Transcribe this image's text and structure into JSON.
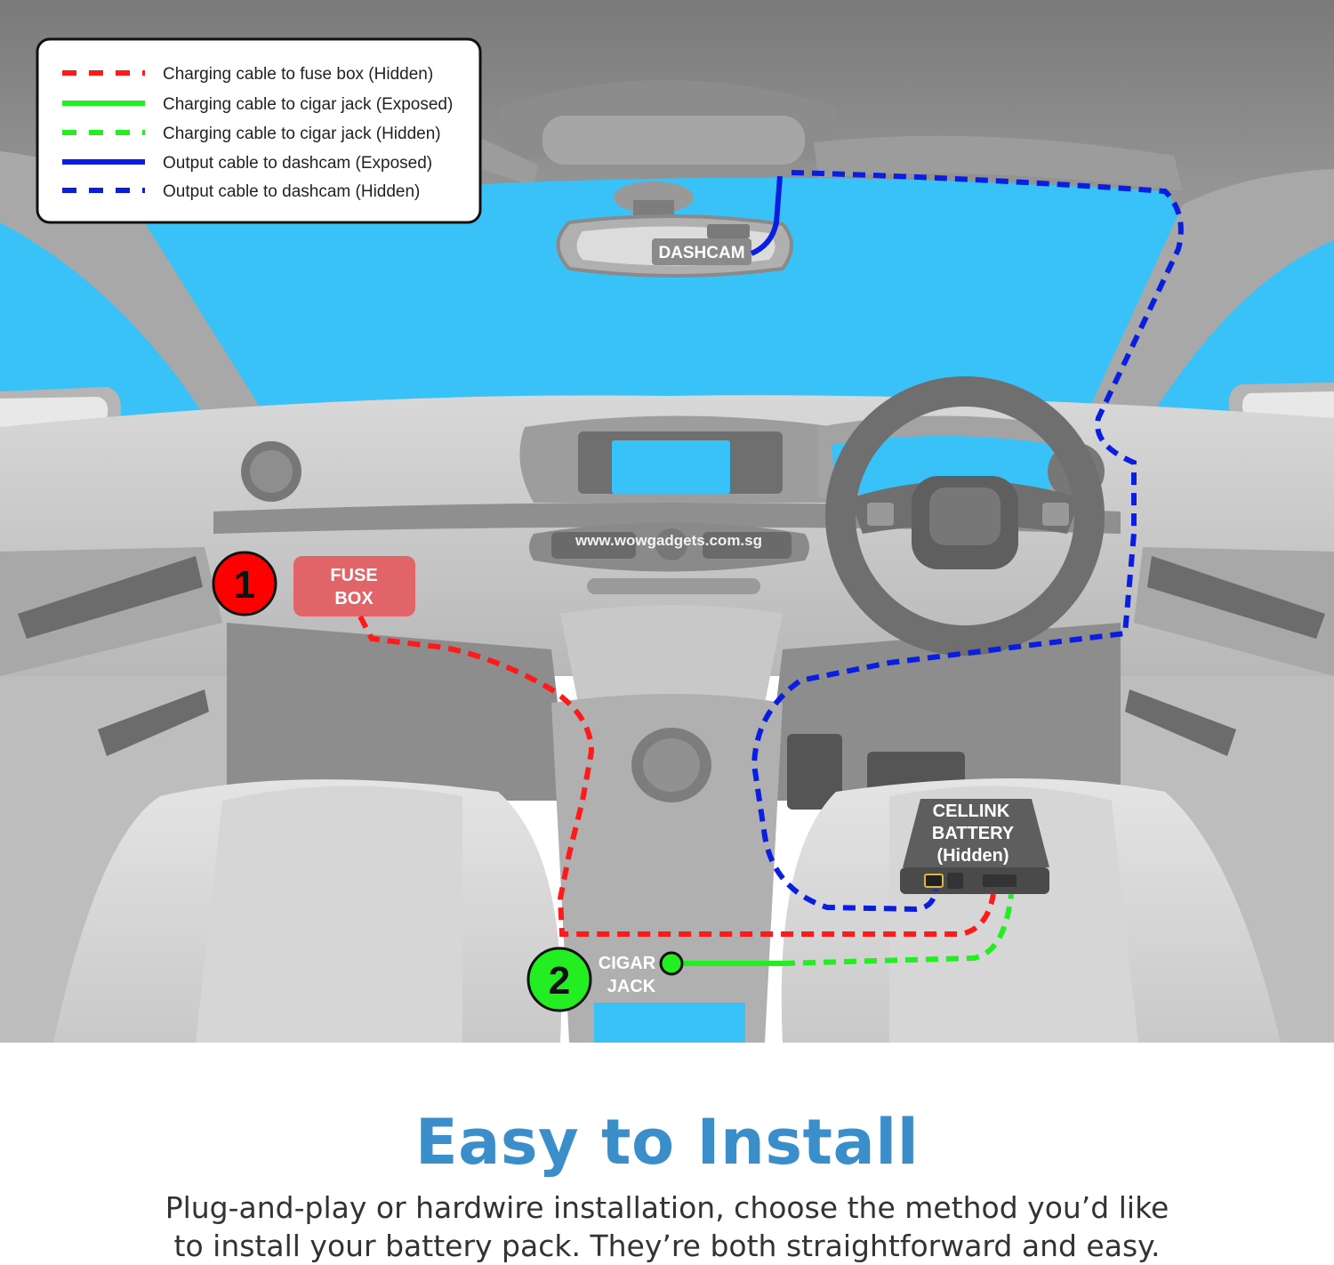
{
  "legend": {
    "items": [
      {
        "label": "Charging cable to fuse box (Hidden)",
        "color": "#ff1a1a",
        "style": "dashed"
      },
      {
        "label": "Charging cable to cigar jack (Exposed)",
        "color": "#22ee22",
        "style": "solid"
      },
      {
        "label": "Charging cable to cigar jack (Hidden)",
        "color": "#22ee22",
        "style": "dashed"
      },
      {
        "label": "Output cable to dashcam (Exposed)",
        "color": "#0a1ee0",
        "style": "solid"
      },
      {
        "label": "Output cable to dashcam (Hidden)",
        "color": "#0a1ee0",
        "style": "dashed"
      }
    ]
  },
  "labels": {
    "dashcam": "DASHCAM",
    "watermark": "www.wowgadgets.com.sg",
    "fuse_number": "1",
    "fuse_line1": "FUSE",
    "fuse_line2": "BOX",
    "cigar_number": "2",
    "cigar_line1": "CIGAR",
    "cigar_line2": "JACK",
    "battery_line1": "CELLINK",
    "battery_line2": "BATTERY",
    "battery_line3": "(Hidden)"
  },
  "colors": {
    "windshield": "#38c2f7",
    "fuse_badge": "#ff0000",
    "fuse_box": "#e06468",
    "cigar_badge": "#22ee22",
    "title": "#3a8fcb"
  },
  "footer": {
    "title": "Easy to Install",
    "line1": "Plug-and-play or hardwire installation, choose the method you’d like",
    "line2": "to install your battery pack. They’re both straightforward and easy."
  }
}
